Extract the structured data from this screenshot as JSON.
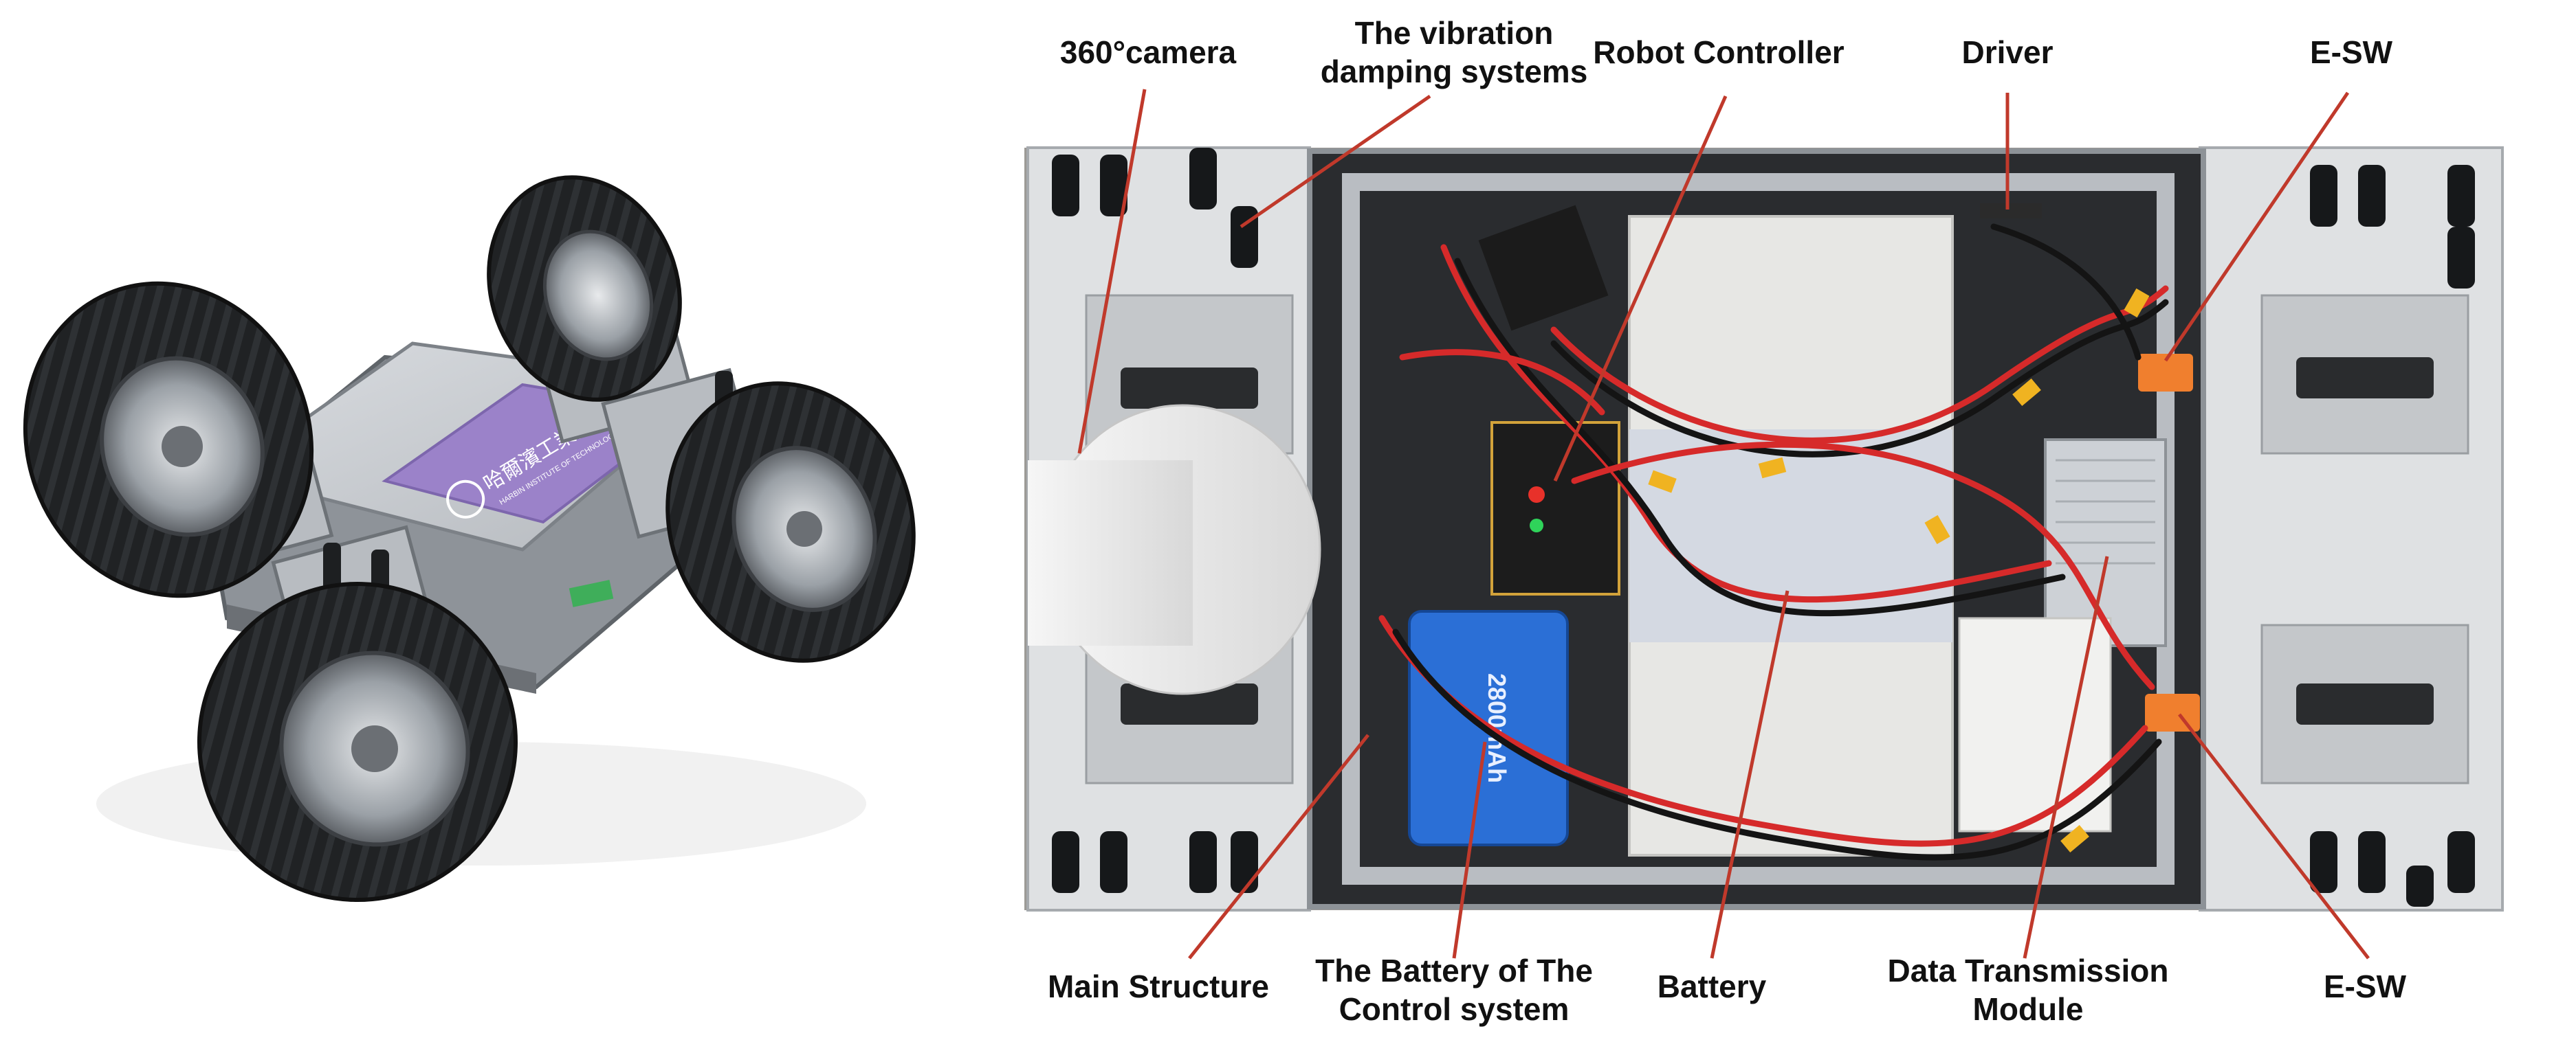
{
  "colors": {
    "leader_line": "#c0392b",
    "label_text": "#111111",
    "plate_violet": "#9b82c9",
    "frame_aluminium": "#c9ccd1",
    "battery_blue": "#2b6fd6"
  },
  "icons": [
    "robot-chassis-photo",
    "robot-interior-photo"
  ],
  "chassis_photo": {
    "plate_text": "哈爾濱工業大學",
    "plate_subtext": "HARBIN INSTITUTE OF TECHNOLOGY"
  },
  "interior_photo": {
    "battery_pack_text": "2800mAh"
  },
  "labels": {
    "camera": "360°camera",
    "damping_line1": "The vibration",
    "damping_line2": "damping systems",
    "controller": "Robot Controller",
    "driver": "Driver",
    "esw_top": "E-SW",
    "main_structure": "Main Structure",
    "control_battery_line1": "The Battery of The",
    "control_battery_line2": "Control system",
    "battery": "Battery",
    "data_module_line1": "Data Transmission",
    "data_module_line2": "Module",
    "esw_bottom": "E-SW"
  }
}
